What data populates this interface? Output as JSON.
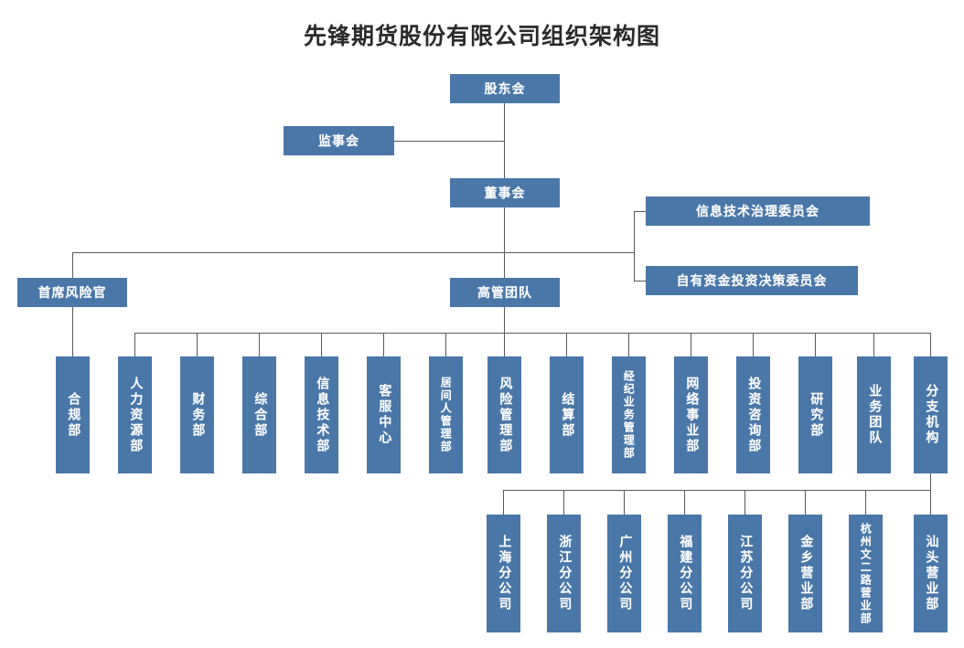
{
  "title": "先锋期货股份有限公司组织架构图",
  "theme": {
    "node_fill": "#4A77A8",
    "node_text": "#ffffff",
    "connector": "#58595B",
    "background": "#ffffff",
    "title_color": "#2b2b2b"
  },
  "nodes": {
    "shareholders": "股东会",
    "supervisors": "监事会",
    "board": "董事会",
    "it_committee": "信息技术治理委员会",
    "fund_committee": "自有资金投资决策委员会",
    "cro": "首席风险官",
    "management": "高管团队"
  },
  "departments": [
    {
      "label": "合规部",
      "parent": "首席风险官"
    },
    {
      "label": "人力资源部",
      "parent": "高管团队"
    },
    {
      "label": "财务部",
      "parent": "高管团队"
    },
    {
      "label": "综合部",
      "parent": "高管团队"
    },
    {
      "label": "信息技术部",
      "parent": "高管团队"
    },
    {
      "label": "客服中心",
      "parent": "高管团队"
    },
    {
      "label": "居间人管理部",
      "parent": "高管团队"
    },
    {
      "label": "风险管理部",
      "parent": "高管团队"
    },
    {
      "label": "结算部",
      "parent": "高管团队"
    },
    {
      "label": "经纪业务管理部",
      "parent": "高管团队"
    },
    {
      "label": "网络事业部",
      "parent": "高管团队"
    },
    {
      "label": "投资咨询部",
      "parent": "高管团队"
    },
    {
      "label": "研究部",
      "parent": "高管团队"
    },
    {
      "label": "业务团队",
      "parent": "高管团队"
    },
    {
      "label": "分支机构",
      "parent": "高管团队"
    }
  ],
  "branches": [
    {
      "label": "上海分公司"
    },
    {
      "label": "浙江分公司"
    },
    {
      "label": "广州分公司"
    },
    {
      "label": "福建分公司"
    },
    {
      "label": "江苏分公司"
    },
    {
      "label": "金乡营业部"
    },
    {
      "label": "杭州文二路营业部"
    },
    {
      "label": "汕头营业部"
    }
  ],
  "chart_data": {
    "type": "diagram",
    "diagram_type": "organization-chart",
    "title": "先锋期货股份有限公司组织架构图",
    "levels": [
      {
        "level": 1,
        "nodes": [
          "股东会"
        ]
      },
      {
        "level": 2,
        "nodes": [
          "监事会",
          "董事会"
        ]
      },
      {
        "level": 3,
        "nodes": [
          "信息技术治理委员会",
          "自有资金投资决策委员会"
        ]
      },
      {
        "level": 4,
        "nodes": [
          "首席风险官",
          "高管团队"
        ]
      },
      {
        "level": 5,
        "nodes": [
          "合规部",
          "人力资源部",
          "财务部",
          "综合部",
          "信息技术部",
          "客服中心",
          "居间人管理部",
          "风险管理部",
          "结算部",
          "经纪业务管理部",
          "网络事业部",
          "投资咨询部",
          "研究部",
          "业务团队",
          "分支机构"
        ]
      },
      {
        "level": 6,
        "nodes": [
          "上海分公司",
          "浙江分公司",
          "广州分公司",
          "福建分公司",
          "江苏分公司",
          "金乡营业部",
          "杭州文二路营业部",
          "汕头营业部"
        ]
      }
    ],
    "edges": [
      {
        "from": "股东会",
        "to": "董事会"
      },
      {
        "from": "股东会",
        "to": "监事会"
      },
      {
        "from": "董事会",
        "to": "首席风险官"
      },
      {
        "from": "董事会",
        "to": "高管团队"
      },
      {
        "from": "董事会",
        "to": "信息技术治理委员会"
      },
      {
        "from": "董事会",
        "to": "自有资金投资决策委员会"
      },
      {
        "from": "首席风险官",
        "to": "合规部"
      },
      {
        "from": "高管团队",
        "to": "人力资源部"
      },
      {
        "from": "高管团队",
        "to": "财务部"
      },
      {
        "from": "高管团队",
        "to": "综合部"
      },
      {
        "from": "高管团队",
        "to": "信息技术部"
      },
      {
        "from": "高管团队",
        "to": "客服中心"
      },
      {
        "from": "高管团队",
        "to": "居间人管理部"
      },
      {
        "from": "高管团队",
        "to": "风险管理部"
      },
      {
        "from": "高管团队",
        "to": "结算部"
      },
      {
        "from": "高管团队",
        "to": "经纪业务管理部"
      },
      {
        "from": "高管团队",
        "to": "网络事业部"
      },
      {
        "from": "高管团队",
        "to": "投资咨询部"
      },
      {
        "from": "高管团队",
        "to": "研究部"
      },
      {
        "from": "高管团队",
        "to": "业务团队"
      },
      {
        "from": "高管团队",
        "to": "分支机构"
      },
      {
        "from": "分支机构",
        "to": "上海分公司"
      },
      {
        "from": "分支机构",
        "to": "浙江分公司"
      },
      {
        "from": "分支机构",
        "to": "广州分公司"
      },
      {
        "from": "分支机构",
        "to": "福建分公司"
      },
      {
        "from": "分支机构",
        "to": "江苏分公司"
      },
      {
        "from": "分支机构",
        "to": "金乡营业部"
      },
      {
        "from": "分支机构",
        "to": "杭州文二路营业部"
      },
      {
        "from": "分支机构",
        "to": "汕头营业部"
      }
    ]
  }
}
